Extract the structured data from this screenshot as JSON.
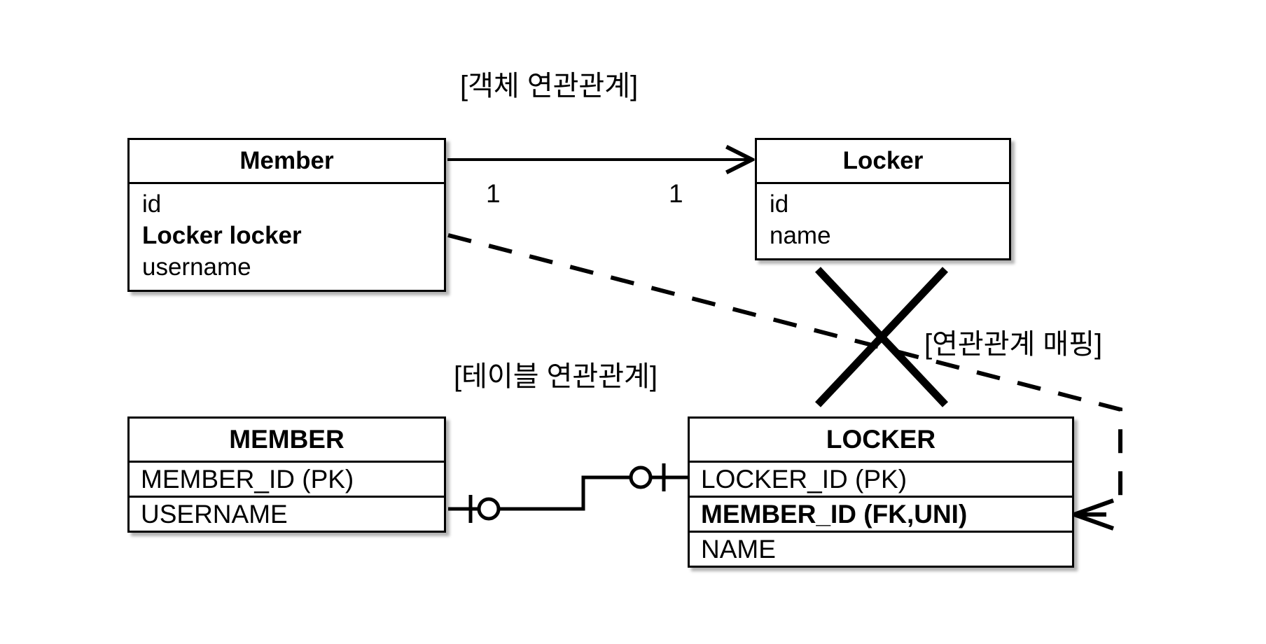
{
  "diagram": {
    "title_object_association": "[객체 연관관계]",
    "title_table_association": "[테이블 연관관계]",
    "title_mapping": "[연관관계 매핑]",
    "colors": {
      "stroke": "#000000",
      "background": "#ffffff",
      "shadow": "rgba(0,0,0,0.30)"
    }
  },
  "object_model": {
    "member": {
      "name": "Member",
      "fields": [
        {
          "text": "id",
          "bold": false
        },
        {
          "text": "Locker locker",
          "bold": true
        },
        {
          "text": "username",
          "bold": false
        }
      ]
    },
    "locker": {
      "name": "Locker",
      "fields": [
        {
          "text": "id",
          "bold": false
        },
        {
          "text": "name",
          "bold": false
        }
      ]
    },
    "association": {
      "source_multiplicity": "1",
      "target_multiplicity": "1",
      "arrow": "solid-open-arrow-right"
    }
  },
  "table_model": {
    "member": {
      "name": "MEMBER",
      "columns": [
        {
          "text": "MEMBER_ID (PK)",
          "bold": false
        },
        {
          "text": "USERNAME",
          "bold": false
        }
      ]
    },
    "locker": {
      "name": "LOCKER",
      "columns": [
        {
          "text": "LOCKER_ID (PK)",
          "bold": false
        },
        {
          "text": "MEMBER_ID (FK,UNI)",
          "bold": true
        },
        {
          "text": "NAME",
          "bold": false
        }
      ]
    },
    "relationship": {
      "left_notation": "one-and-only-one-optional",
      "right_notation": "zero-or-one"
    }
  },
  "annotations": {
    "cross_mark": "x-cross-icon",
    "mapping_arrow": "dashed-arrow"
  }
}
